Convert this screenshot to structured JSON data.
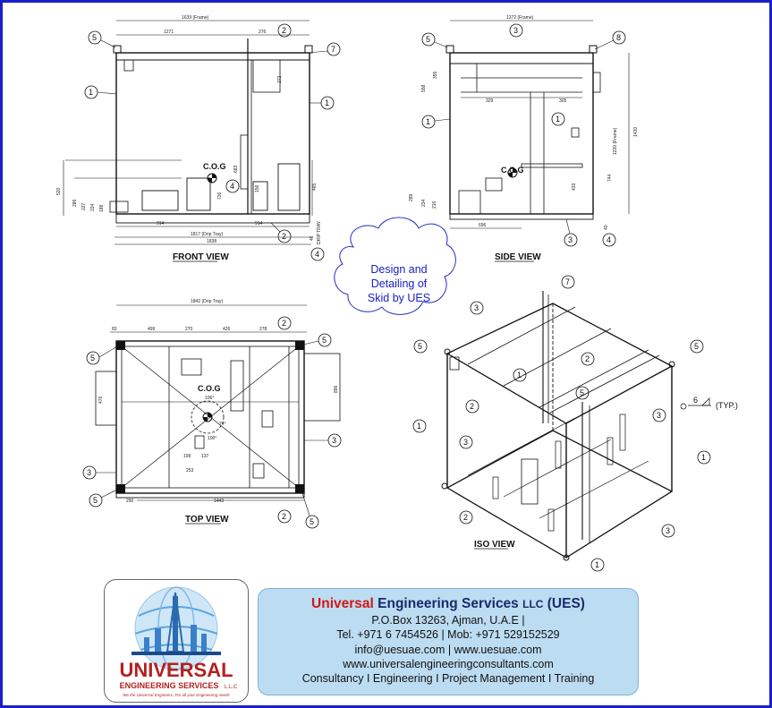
{
  "views": {
    "front": {
      "label": "FRONT VIEW",
      "cog_label": "C.O.G",
      "dims": [
        "1639 (Frame)",
        "1271",
        "276",
        "272",
        "683",
        "520",
        "286",
        "227",
        "224",
        "188",
        "726",
        "156",
        "465",
        "914",
        "914",
        "1817 (Drip Tray)",
        "1838",
        "46",
        "DRIP TRAY"
      ],
      "callouts": [
        "5",
        "2",
        "7",
        "1",
        "1",
        "4",
        "2",
        "4"
      ]
    },
    "side": {
      "label": "SIDE VIEW",
      "cog_label": "C.O.G",
      "dims": [
        "1372 (Frame)",
        "355",
        "558",
        "329",
        "305",
        "1230 (Frame)",
        "1430",
        "433",
        "744",
        "289",
        "234",
        "216",
        "696",
        "40"
      ],
      "callouts": [
        "5",
        "3",
        "8",
        "1",
        "1",
        "3",
        "4"
      ]
    },
    "top": {
      "label": "TOP VIEW",
      "cog_label": "C.O.G",
      "dims": [
        "1842 (Drip Tray)",
        "83",
        "499",
        "270",
        "426",
        "278",
        "476",
        "896",
        "106°",
        "74°",
        "100°",
        "199",
        "137",
        "253",
        "290",
        "1443"
      ],
      "callouts": [
        "2",
        "5",
        "5",
        "3",
        "3",
        "5",
        "2",
        "5"
      ]
    },
    "iso": {
      "label": "ISO VIEW",
      "weld_label": "6",
      "typ_label": "(TYP.)",
      "callouts": [
        "3",
        "7",
        "5",
        "1",
        "2",
        "5",
        "2",
        "5",
        "3",
        "1",
        "3",
        "1",
        "2",
        "3",
        "1"
      ]
    }
  },
  "cloud": {
    "lines": [
      "Design and",
      "Detailing of",
      "Skid by UES"
    ]
  },
  "logo": {
    "name": "UNIVERSAL",
    "sub": "ENGINEERING SERVICES",
    "llc": "L.L.C",
    "tagline": "We the Universal Engineers, For all your Engineering needs"
  },
  "company": {
    "name_red": "Universal",
    "name_rest": " Engineering Services ",
    "llc": "LLC",
    "abbr": " (UES)",
    "address": "P.O.Box 13263, Ajman, U.A.E |",
    "phone": "Tel. +971 6 7454526 | Mob: +971 529152529",
    "email_web": "info@uesuae.com  |  www.uesuae.com",
    "web2": "www.universalengineeringconsultants.com",
    "services": "Consultancy I Engineering I Project Management I Training"
  },
  "colors": {
    "border": "#1a20c8",
    "info_bg": "#bcdcf2",
    "brand_red": "#d01818",
    "brand_navy": "#1a2a6a",
    "cloud_text": "#1a20c8"
  }
}
